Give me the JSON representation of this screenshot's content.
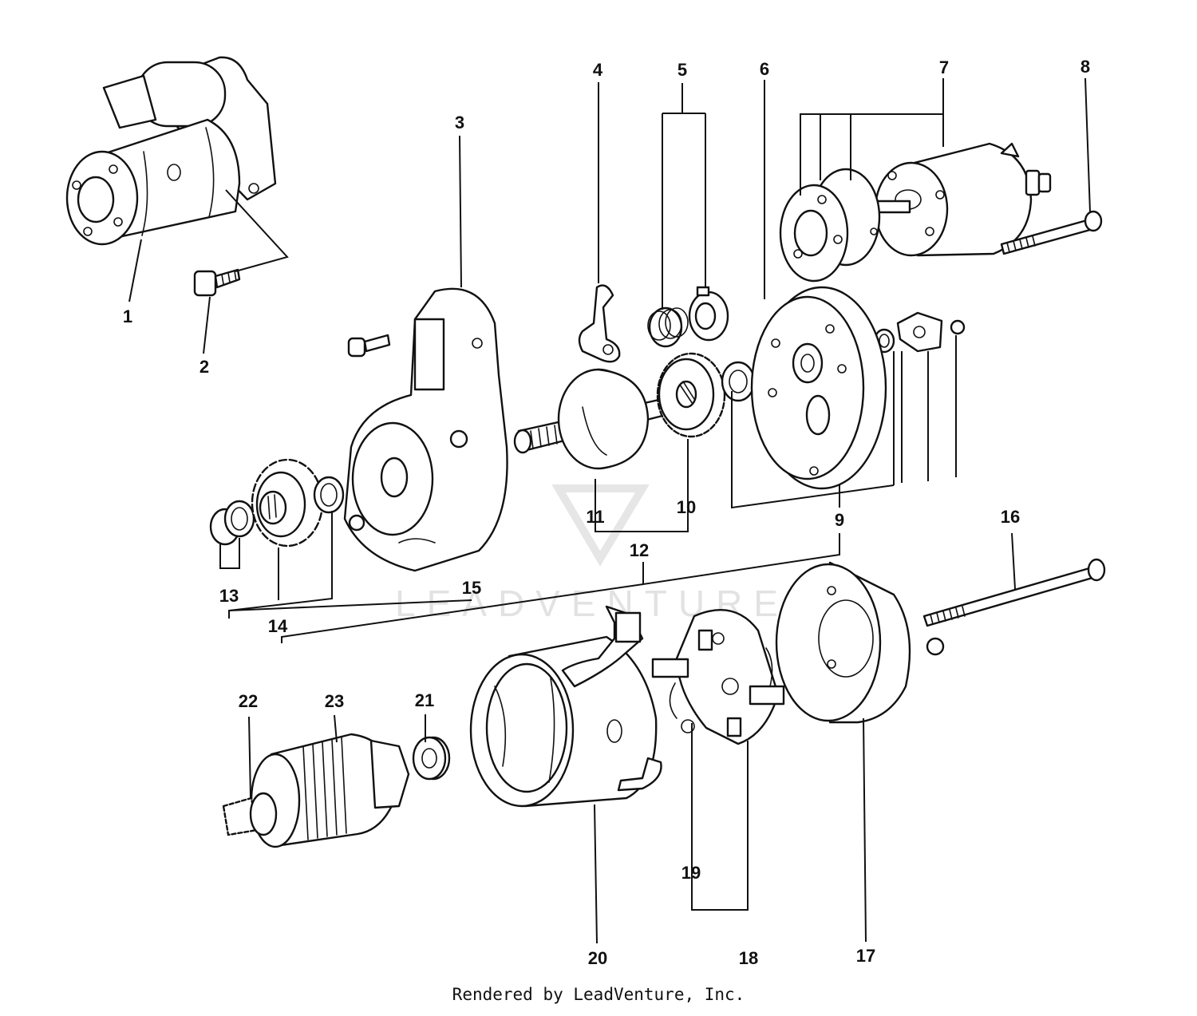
{
  "diagram": {
    "callouts": [
      {
        "id": "1",
        "label": "1"
      },
      {
        "id": "2",
        "label": "2"
      },
      {
        "id": "3",
        "label": "3"
      },
      {
        "id": "4",
        "label": "4"
      },
      {
        "id": "5",
        "label": "5"
      },
      {
        "id": "6",
        "label": "6"
      },
      {
        "id": "7",
        "label": "7"
      },
      {
        "id": "8",
        "label": "8"
      },
      {
        "id": "9",
        "label": "9"
      },
      {
        "id": "10",
        "label": "10"
      },
      {
        "id": "11",
        "label": "11"
      },
      {
        "id": "12",
        "label": "12"
      },
      {
        "id": "13",
        "label": "13"
      },
      {
        "id": "14",
        "label": "14"
      },
      {
        "id": "15",
        "label": "15"
      },
      {
        "id": "16",
        "label": "16"
      },
      {
        "id": "17",
        "label": "17"
      },
      {
        "id": "18",
        "label": "18"
      },
      {
        "id": "19",
        "label": "19"
      },
      {
        "id": "20",
        "label": "20"
      },
      {
        "id": "21",
        "label": "21"
      },
      {
        "id": "22",
        "label": "22"
      },
      {
        "id": "23",
        "label": "23"
      }
    ],
    "watermark": "LEADVENTURE",
    "footer": "Rendered by LeadVenture, Inc."
  }
}
